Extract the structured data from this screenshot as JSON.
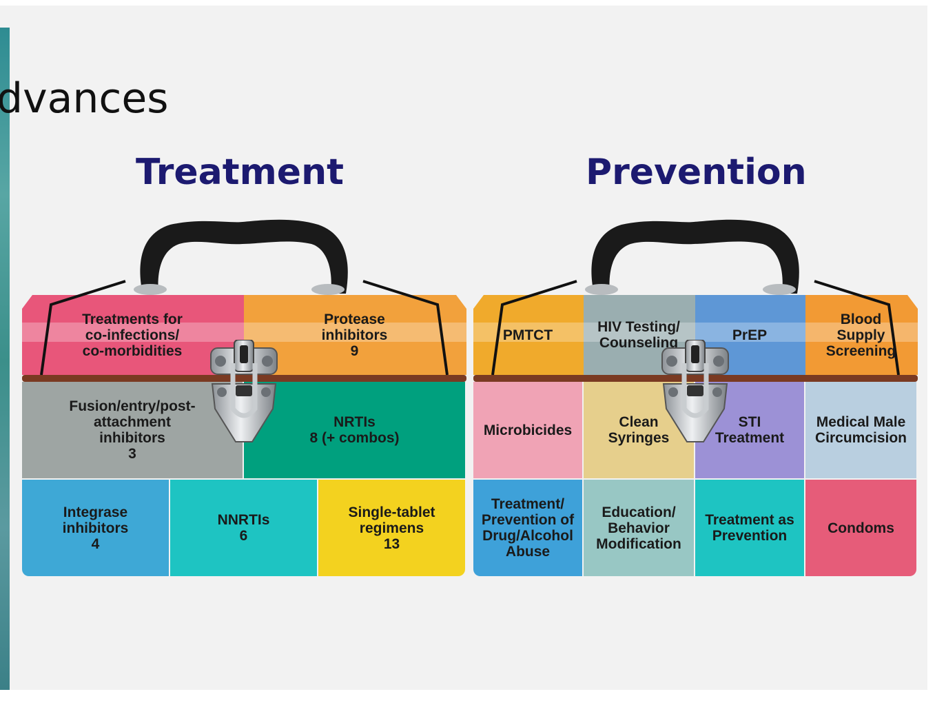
{
  "slide": {
    "title_fragment": "dvances"
  },
  "treatment": {
    "heading": "Treatment",
    "lid": [
      {
        "label": "Treatments for\nco-infections/\nco-morbidities",
        "color": "#e8567a"
      },
      {
        "label": "Protease\ninhibitors\n9",
        "color": "#f2a13c"
      }
    ],
    "middle": [
      {
        "label": "Fusion/entry/post-\nattachment\ninhibitors\n3",
        "color": "#9ea5a3"
      },
      {
        "label": "NRTIs\n8 (+ combos)",
        "color": "#00a07e"
      }
    ],
    "bottom": [
      {
        "label": "Integrase\ninhibitors\n4",
        "color": "#3ea8d6"
      },
      {
        "label": "NNRTIs\n6",
        "color": "#1ec4c2"
      },
      {
        "label": "Single-tablet\nregimens\n13",
        "color": "#f3d21f"
      }
    ]
  },
  "prevention": {
    "heading": "Prevention",
    "lid": [
      {
        "label": "PMTCT",
        "color": "#f0aa2c"
      },
      {
        "label": "HIV Testing/\nCounseling",
        "color": "#9aaeb0"
      },
      {
        "label": "PrEP",
        "color": "#5e97d6"
      },
      {
        "label": "Blood\nSupply\nScreening",
        "color": "#f29a34"
      }
    ],
    "middle": [
      {
        "label": "Microbicides",
        "color": "#f0a3b5"
      },
      {
        "label": "Clean\nSyringes",
        "color": "#e6cf8c"
      },
      {
        "label": "STI\nTreatment",
        "color": "#9c91d6"
      },
      {
        "label": "Medical Male\nCircumcision",
        "color": "#b9cfe0"
      }
    ],
    "bottom": [
      {
        "label": "Treatment/\nPrevention of\nDrug/Alcohol\nAbuse",
        "color": "#3ea1d9"
      },
      {
        "label": "Education/\nBehavior\nModification",
        "color": "#98c7c4"
      },
      {
        "label": "Treatment as\nPrevention",
        "color": "#1ec4c2"
      },
      {
        "label": "Condoms",
        "color": "#e65c79"
      }
    ]
  }
}
